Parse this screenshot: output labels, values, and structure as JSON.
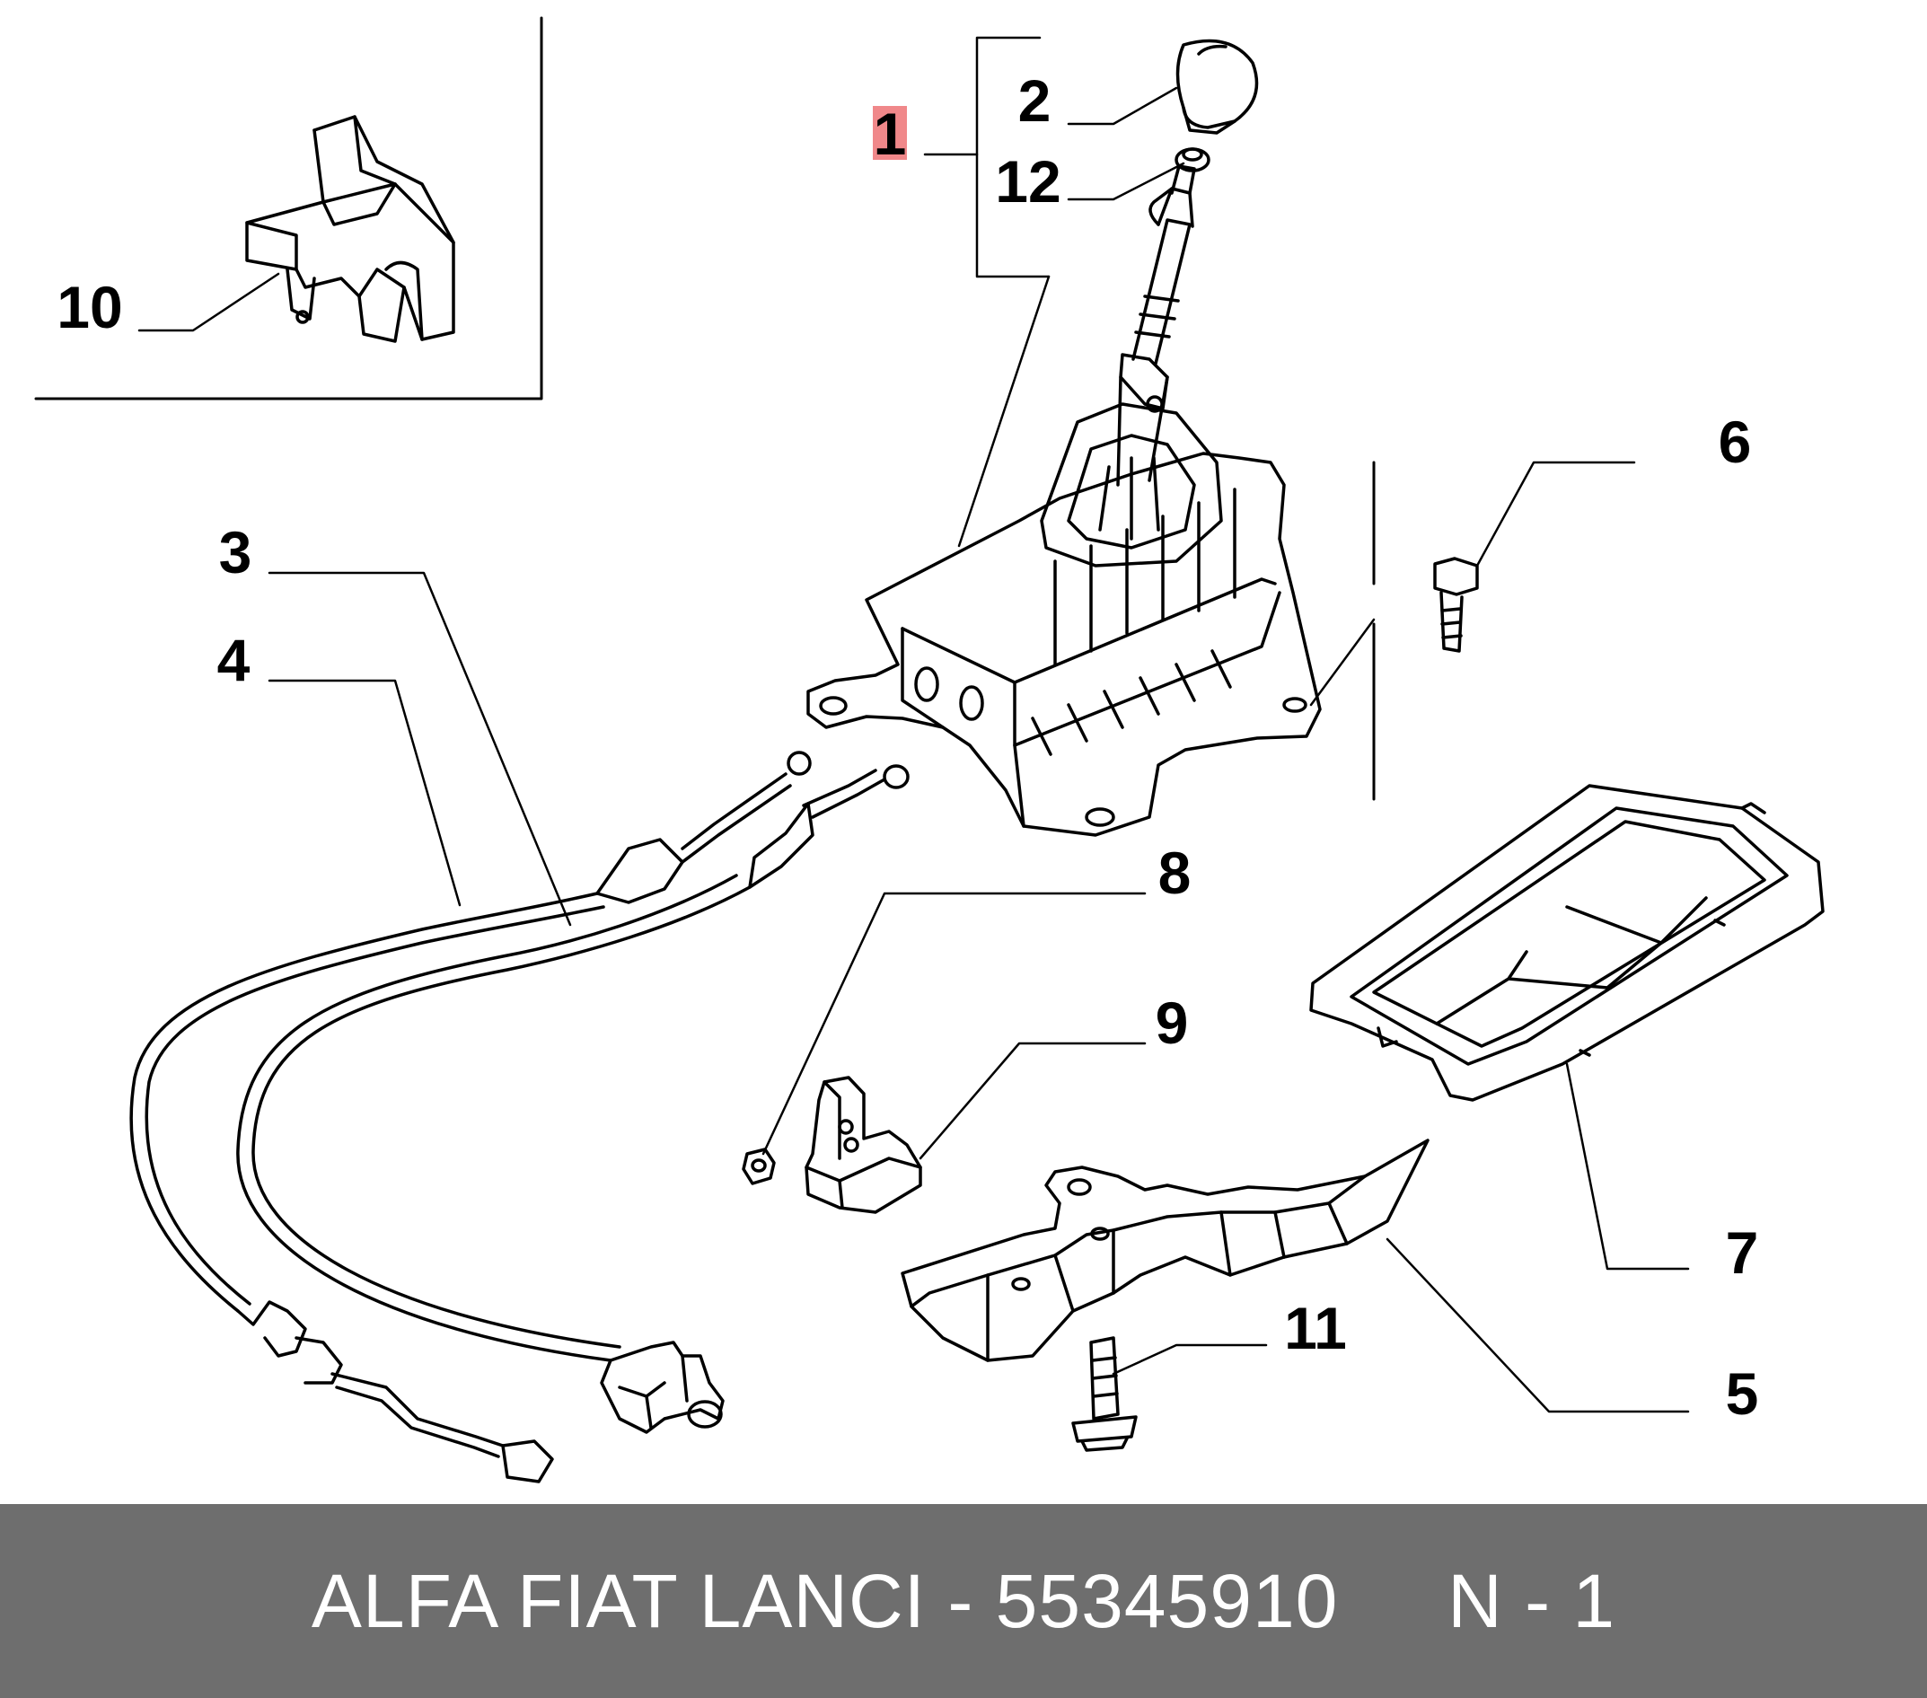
{
  "colors": {
    "footer_bg": "#6e6e6e",
    "footer_text": "#ffffff",
    "line": "#000000",
    "highlight": "#f0888a"
  },
  "callouts": {
    "c1": "1",
    "c2": "2",
    "c3": "3",
    "c4": "4",
    "c5": "5",
    "c6": "6",
    "c7": "7",
    "c8": "8",
    "c9": "9",
    "c10": "10",
    "c11": "11",
    "c12": "12"
  },
  "highlighted_callout": "1",
  "footer": {
    "text": "ALFA FIAT LANCI - 55345910     N - 1"
  }
}
